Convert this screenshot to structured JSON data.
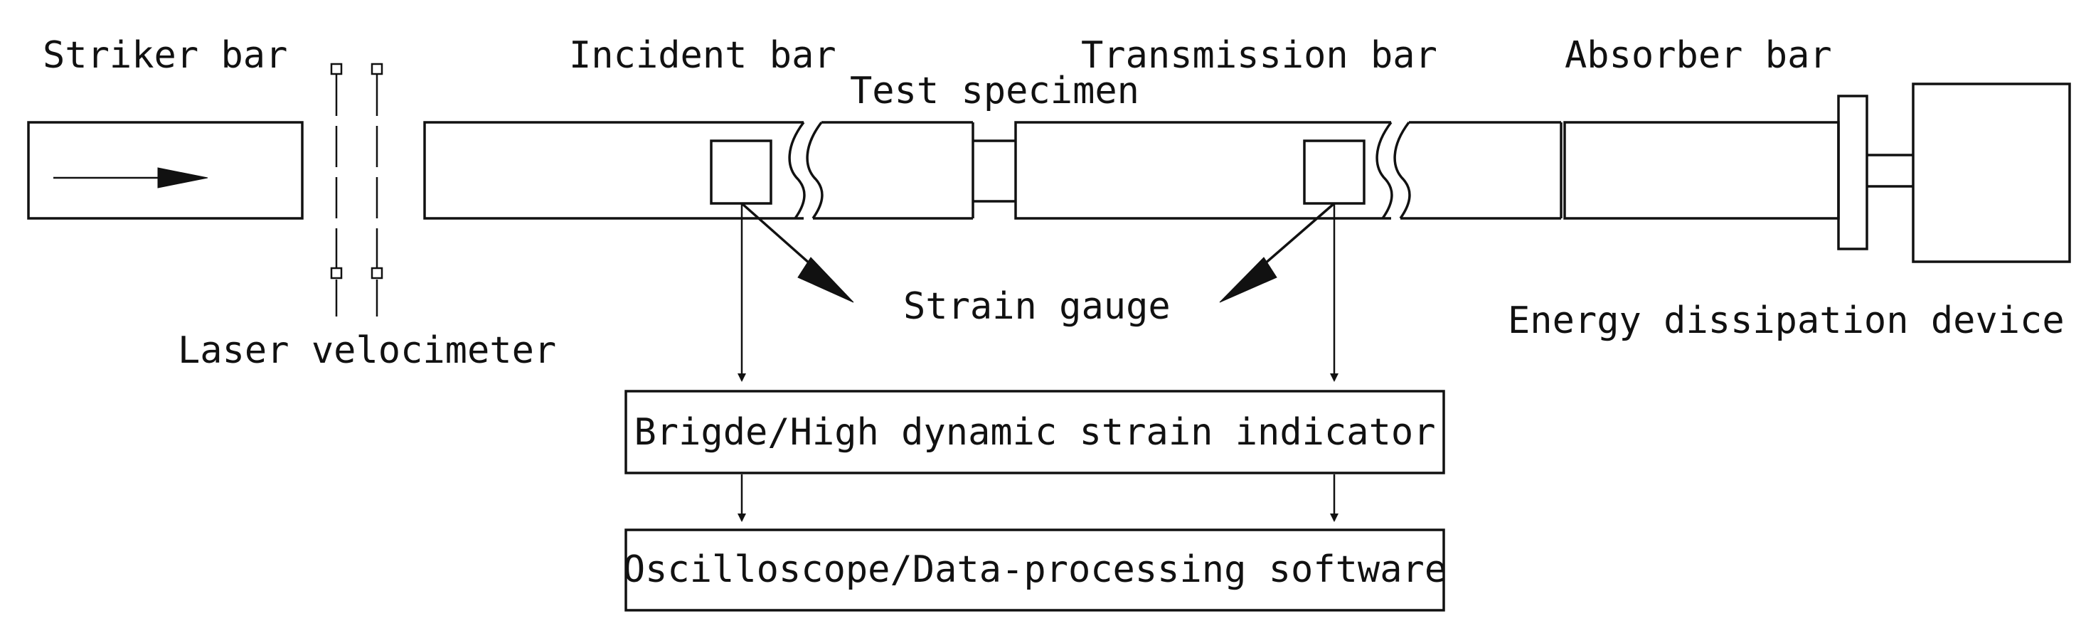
{
  "labels": {
    "striker_bar": "Striker bar",
    "incident_bar": "Incident bar",
    "test_specimen": "Test specimen",
    "transmission_bar": "Transmission bar",
    "absorber_bar": "Absorber bar",
    "laser_velocimeter": "Laser velocimeter",
    "strain_gauge": "Strain gauge",
    "energy_dissipation_device": "Energy dissipation device"
  },
  "boxes": {
    "strain_indicator": "Brigde/High dynamic strain indicator",
    "oscilloscope": "Oscilloscope/Data-processing software"
  },
  "colors": {
    "line": "#111111",
    "background": "#ffffff"
  }
}
